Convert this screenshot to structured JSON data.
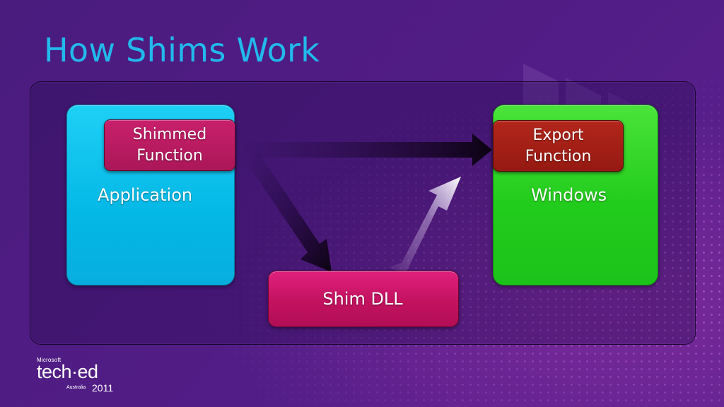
{
  "slide": {
    "title": "How Shims Work"
  },
  "diagram": {
    "application": {
      "label": "Application",
      "function_label_line1": "Shimmed",
      "function_label_line2": "Function",
      "color": "#06b6e4"
    },
    "windows": {
      "label": "Windows",
      "function_label_line1": "Export",
      "function_label_line2": "Function",
      "color": "#22cc1c"
    },
    "shim": {
      "label": "Shim DLL",
      "color": "#c3125f"
    },
    "arrows": [
      {
        "from": "Shimmed Function",
        "to": "Export Function",
        "style": "dark"
      },
      {
        "from": "Shimmed Function",
        "to": "Shim DLL",
        "style": "dark"
      },
      {
        "from": "Shim DLL",
        "to": "Export Function",
        "style": "light"
      }
    ]
  },
  "logo": {
    "brand": "Microsoft",
    "name": "tech·ed",
    "region": "Australia",
    "year": "2011"
  },
  "colors": {
    "title": "#22b9ec",
    "background": "#521d86"
  }
}
